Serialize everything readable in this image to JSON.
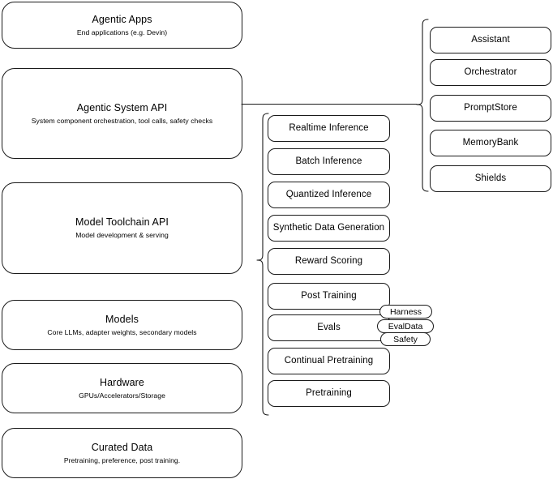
{
  "diagram": {
    "title": "AI stack layers diagram",
    "stroke_color": "#1a1a1a",
    "background_color": "#ffffff"
  },
  "layers": [
    {
      "name": "agentic-apps",
      "title": "Agentic Apps",
      "subtitle": "End applications (e.g. Devin)"
    },
    {
      "name": "agentic-system-api",
      "title": "Agentic System API",
      "subtitle": "System component orchestration, tool calls, safety checks"
    },
    {
      "name": "model-toolchain-api",
      "title": "Model Toolchain API",
      "subtitle": "Model development & serving"
    },
    {
      "name": "models",
      "title": "Models",
      "subtitle": "Core LLMs, adapter weights, secondary models"
    },
    {
      "name": "hardware",
      "title": "Hardware",
      "subtitle": "GPUs/Accelerators/Storage"
    },
    {
      "name": "curated-data",
      "title": "Curated Data",
      "subtitle": "Pretraining, preference, post training."
    }
  ],
  "toolchain_components": [
    {
      "name": "realtime-inference",
      "label": "Realtime Inference"
    },
    {
      "name": "batch-inference",
      "label": "Batch Inference"
    },
    {
      "name": "quantized-inference",
      "label": "Quantized Inference"
    },
    {
      "name": "synthetic-data-generation",
      "label": "Synthetic Data Generation"
    },
    {
      "name": "reward-scoring",
      "label": "Reward Scoring"
    },
    {
      "name": "post-training",
      "label": "Post Training"
    },
    {
      "name": "evals",
      "label": "Evals"
    },
    {
      "name": "continual-pretraining",
      "label": "Continual Pretraining"
    },
    {
      "name": "pretraining",
      "label": "Pretraining"
    }
  ],
  "eval_subcomponents": [
    {
      "name": "harness",
      "label": "Harness"
    },
    {
      "name": "evaldata",
      "label": "EvalData"
    },
    {
      "name": "safety",
      "label": "Safety"
    }
  ],
  "system_components": [
    {
      "name": "assistant",
      "label": "Assistant"
    },
    {
      "name": "orchestrator",
      "label": "Orchestrator"
    },
    {
      "name": "promptstore",
      "label": "PromptStore"
    },
    {
      "name": "memorybank",
      "label": "MemoryBank"
    },
    {
      "name": "shields",
      "label": "Shields"
    }
  ]
}
